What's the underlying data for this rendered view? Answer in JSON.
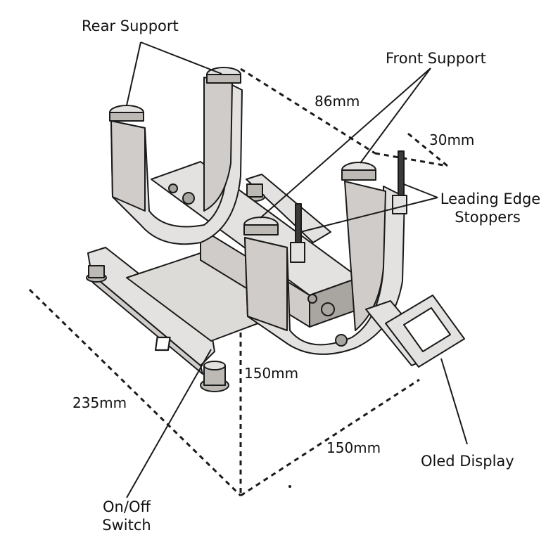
{
  "labels": {
    "rear_support": "Rear Support",
    "front_support": "Front Support",
    "leading_edge_line1": "Leading Edge",
    "leading_edge_line2": "Stoppers",
    "oled_display": "Oled Display",
    "onoff_line1": "On/Off",
    "onoff_line2": "Switch"
  },
  "dimensions": {
    "depth": "86mm",
    "stopper_spacing": "30mm",
    "height": "150mm",
    "width": "150mm",
    "length": "235mm"
  },
  "colors": {
    "ink": "#1a1a1a",
    "body_fill": "#e4e2e0",
    "shade_fill": "#cfccc9",
    "dark_fill": "#a9a6a2"
  }
}
